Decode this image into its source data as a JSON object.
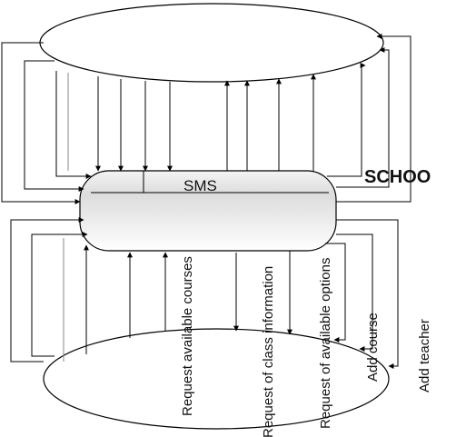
{
  "diagram": {
    "process_label": "SMS",
    "external_entity_label": "SCHOO",
    "flows": [
      {
        "label": "Request available courses"
      },
      {
        "label": "Request of class information"
      },
      {
        "label": "Request of available options"
      },
      {
        "label": "Add course"
      },
      {
        "label": "Add teacher"
      }
    ]
  }
}
